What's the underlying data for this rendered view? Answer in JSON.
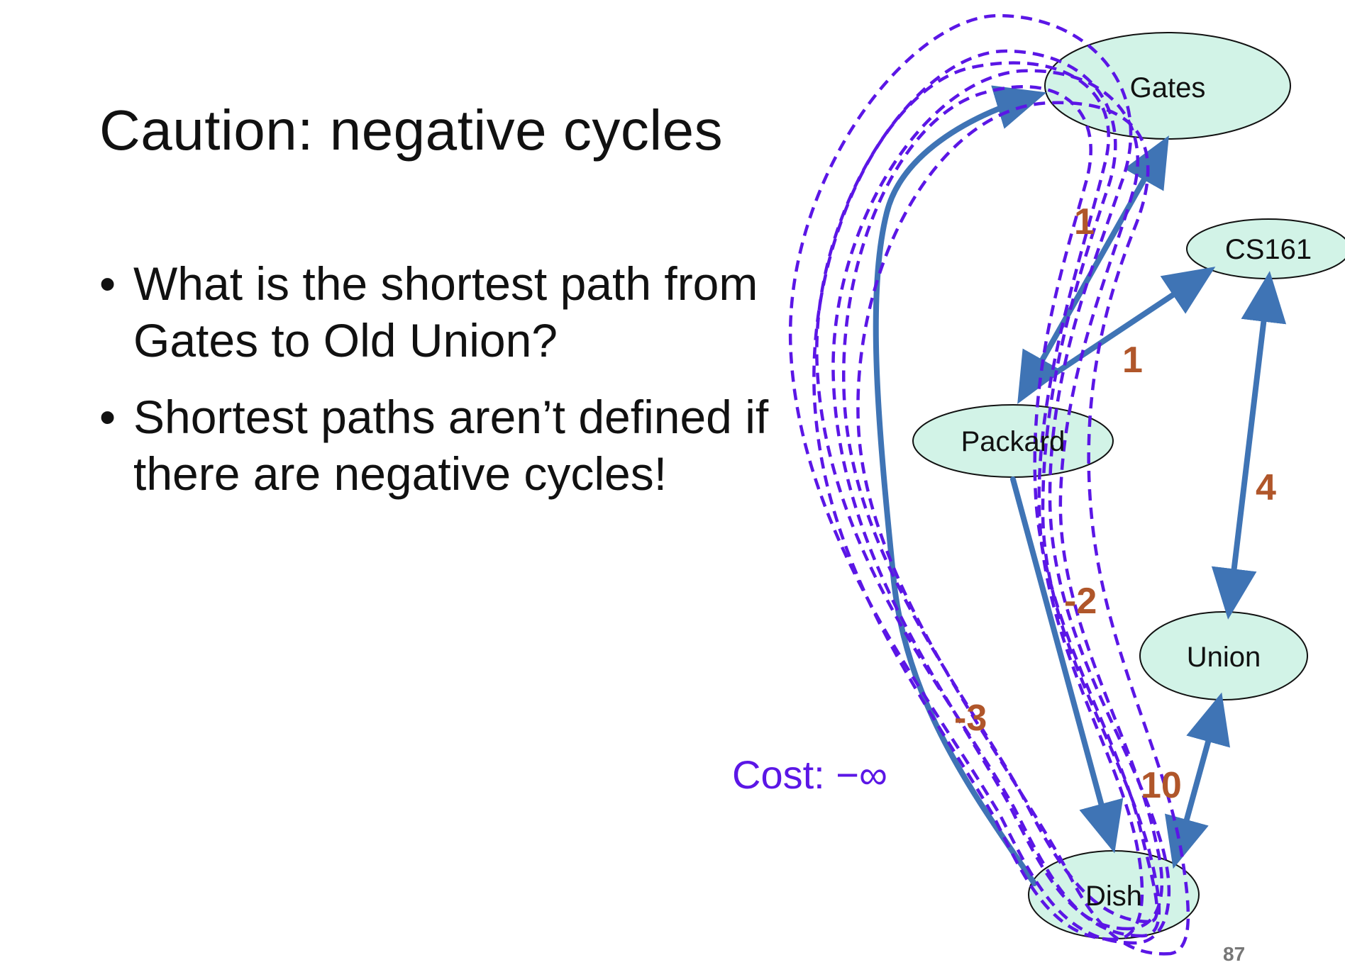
{
  "slide": {
    "title": "Caution: negative cycles",
    "bullets": [
      "What is the shortest path from Gates to Old Union?",
      "Shortest paths aren’t defined if there are negative cycles!"
    ],
    "cost_label": "Cost: −∞",
    "slide_number": "87"
  },
  "graph": {
    "nodes": [
      {
        "id": "gates",
        "label": "Gates"
      },
      {
        "id": "cs161",
        "label": "CS161"
      },
      {
        "id": "packard",
        "label": "Packard"
      },
      {
        "id": "union",
        "label": "Union"
      },
      {
        "id": "dish",
        "label": "Dish"
      }
    ],
    "edge_labels": [
      {
        "id": "gates-packard",
        "label": "1"
      },
      {
        "id": "packard-cs161",
        "label": "1"
      },
      {
        "id": "cs161-union",
        "label": "4"
      },
      {
        "id": "packard-dish",
        "label": "-2"
      },
      {
        "id": "dish-gates",
        "label": "-3"
      },
      {
        "id": "union-dish",
        "label": "10"
      }
    ],
    "colors": {
      "node_fill": "#d2f3e7",
      "edge": "#3f74b5",
      "edge_label": "#b0562a",
      "cycle": "#5b16e6"
    }
  }
}
